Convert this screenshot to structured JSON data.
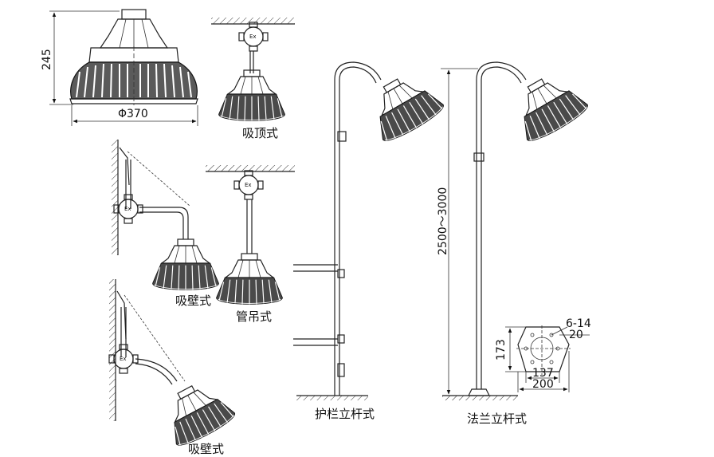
{
  "dimensions": {
    "height": "245",
    "diameter": "Φ370",
    "pole_height": "2500～3000",
    "base_height": "173",
    "holes": "6-14",
    "hole_offset": "20",
    "inner_width": "137",
    "outer_width": "200"
  },
  "labels": {
    "ceiling_mount": "吸顶式",
    "wall_mount_upper": "吸壁式",
    "pendant_mount": "管吊式",
    "wall_mount_lower": "吸壁式",
    "railing_pole": "护栏立杆式",
    "flange_pole": "法兰立杆式"
  },
  "junction_box_mark": "Ex"
}
